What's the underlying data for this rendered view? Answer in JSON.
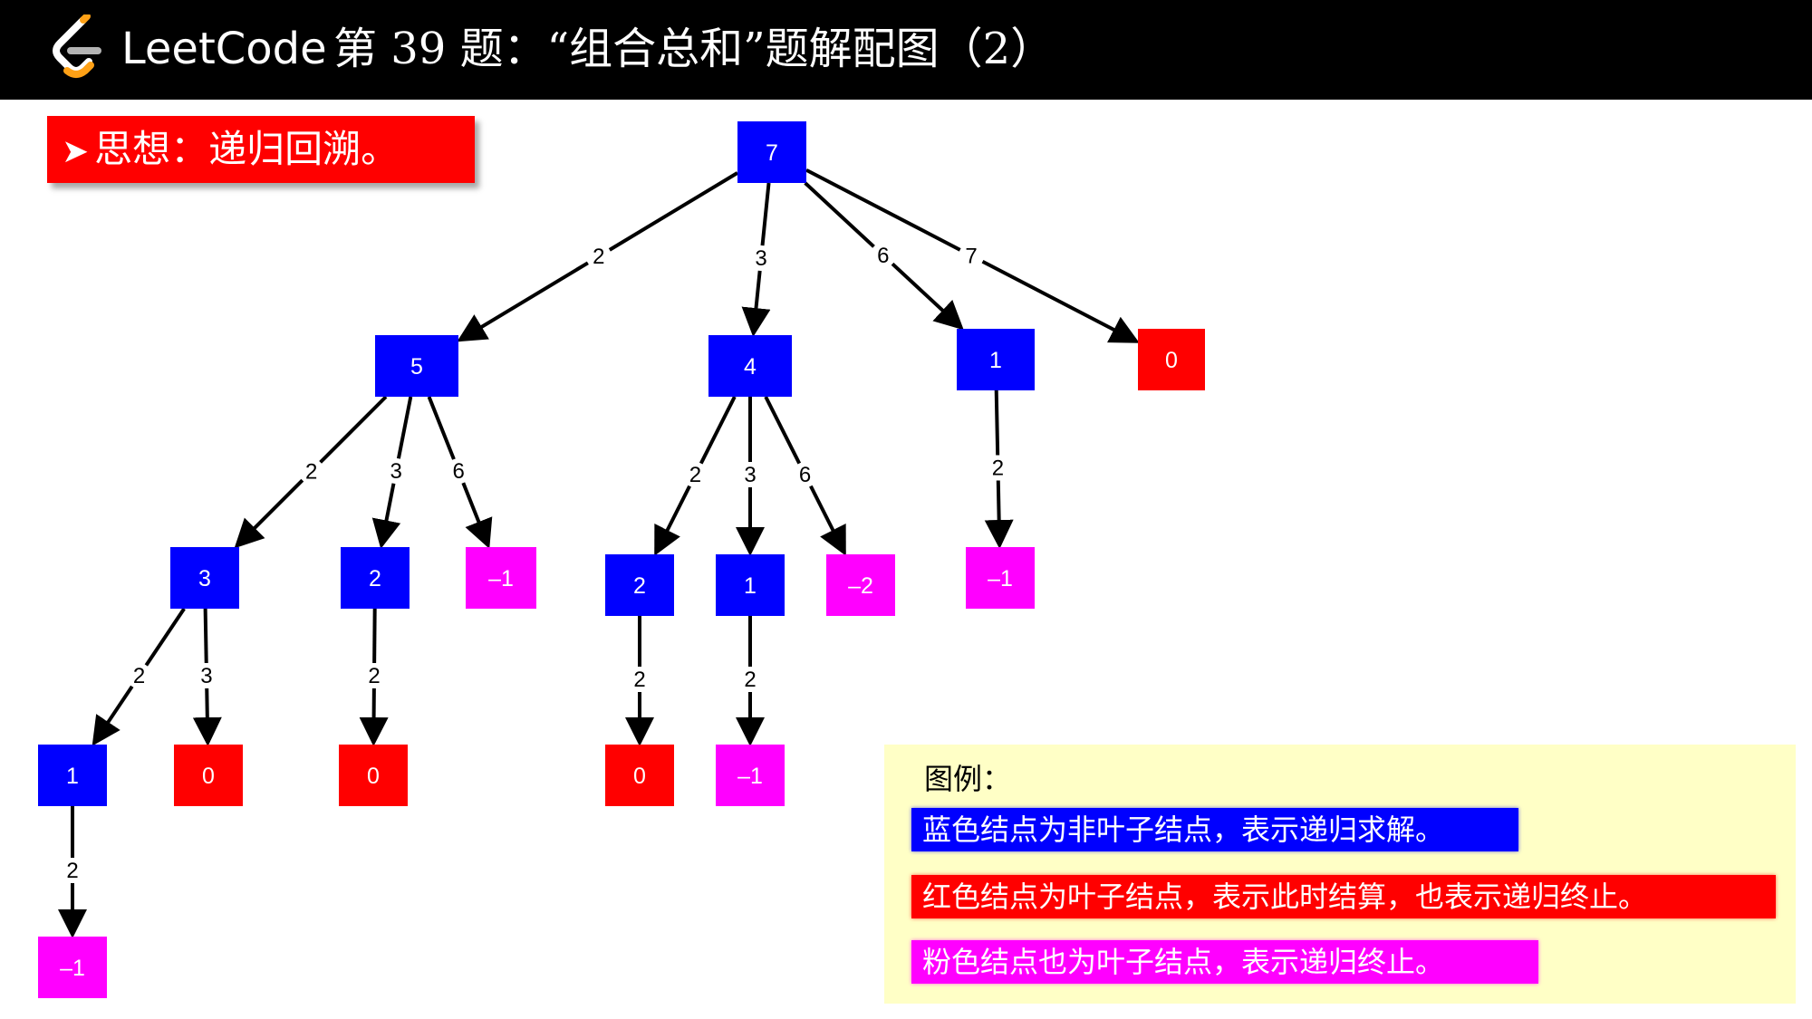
{
  "header": {
    "brand": "LeetCode",
    "title": "第 39 题：“组合总和”题解配图（2）"
  },
  "idea": {
    "label": "思想：递归回溯。"
  },
  "colors": {
    "nonleaf": "#0000ff",
    "leaf": "#ff0000",
    "terminated": "#ff00ff"
  },
  "tree": {
    "nodes": [
      {
        "id": "n7",
        "label": "7",
        "kind": "nonleaf"
      },
      {
        "id": "n5",
        "label": "5",
        "kind": "nonleaf"
      },
      {
        "id": "n4",
        "label": "4",
        "kind": "nonleaf"
      },
      {
        "id": "n1a",
        "label": "1",
        "kind": "nonleaf"
      },
      {
        "id": "n0a",
        "label": "0",
        "kind": "leaf"
      },
      {
        "id": "n3",
        "label": "3",
        "kind": "nonleaf"
      },
      {
        "id": "n2a",
        "label": "2",
        "kind": "nonleaf"
      },
      {
        "id": "nm1a",
        "label": "–1",
        "kind": "terminated"
      },
      {
        "id": "n2b",
        "label": "2",
        "kind": "nonleaf"
      },
      {
        "id": "n1b",
        "label": "1",
        "kind": "nonleaf"
      },
      {
        "id": "nm2",
        "label": "–2",
        "kind": "terminated"
      },
      {
        "id": "nm1b",
        "label": "–1",
        "kind": "terminated"
      },
      {
        "id": "n1c",
        "label": "1",
        "kind": "nonleaf"
      },
      {
        "id": "n0b",
        "label": "0",
        "kind": "leaf"
      },
      {
        "id": "n0c",
        "label": "0",
        "kind": "leaf"
      },
      {
        "id": "n0d",
        "label": "0",
        "kind": "leaf"
      },
      {
        "id": "nm1c",
        "label": "–1",
        "kind": "terminated"
      },
      {
        "id": "nm1d",
        "label": "–1",
        "kind": "terminated"
      }
    ],
    "edges": [
      {
        "from": "n7",
        "to": "n5",
        "label": "2"
      },
      {
        "from": "n7",
        "to": "n4",
        "label": "3"
      },
      {
        "from": "n7",
        "to": "n1a",
        "label": "6"
      },
      {
        "from": "n7",
        "to": "n0a",
        "label": "7"
      },
      {
        "from": "n5",
        "to": "n3",
        "label": "2"
      },
      {
        "from": "n5",
        "to": "n2a",
        "label": "3"
      },
      {
        "from": "n5",
        "to": "nm1a",
        "label": "6"
      },
      {
        "from": "n4",
        "to": "n2b",
        "label": "2"
      },
      {
        "from": "n4",
        "to": "n1b",
        "label": "3"
      },
      {
        "from": "n4",
        "to": "nm2",
        "label": "6"
      },
      {
        "from": "n1a",
        "to": "nm1b",
        "label": "2"
      },
      {
        "from": "n3",
        "to": "n1c",
        "label": "2"
      },
      {
        "from": "n3",
        "to": "n0b",
        "label": "3"
      },
      {
        "from": "n2a",
        "to": "n0c",
        "label": "2"
      },
      {
        "from": "n2b",
        "to": "n0d",
        "label": "2"
      },
      {
        "from": "n1b",
        "to": "nm1c",
        "label": "2"
      },
      {
        "from": "n1c",
        "to": "nm1d",
        "label": "2"
      }
    ]
  },
  "legend": {
    "title": "图例：",
    "items": [
      "蓝色结点为非叶子结点，表示递归求解。",
      "红色结点为叶子结点，表示此时结算，也表示递归终止。",
      "粉色结点也为叶子结点，表示递归终止。"
    ]
  }
}
